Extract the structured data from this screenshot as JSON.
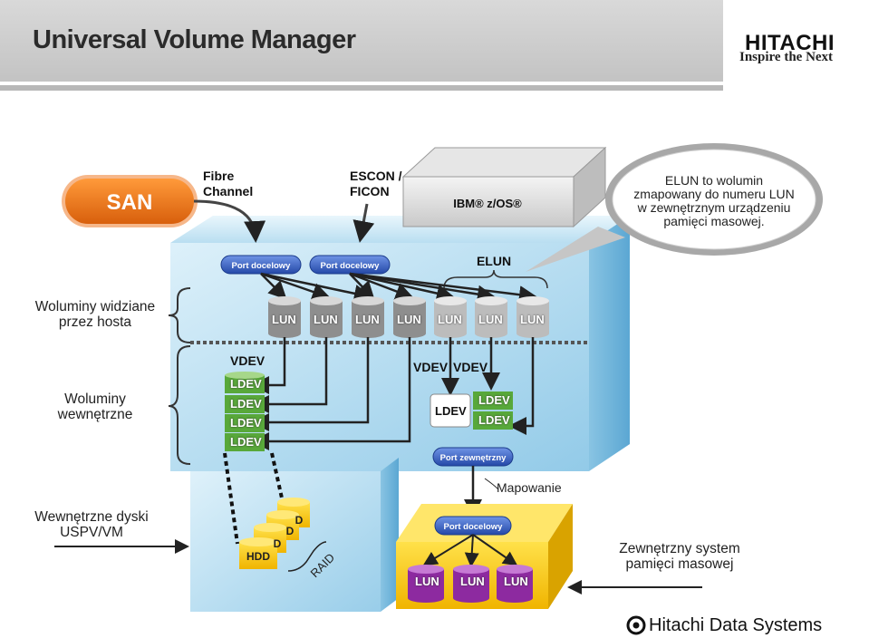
{
  "header": {
    "title": "Universal Volume Manager",
    "logo_name": "HITACHI",
    "logo_tagline": "Inspire the Next"
  },
  "san": {
    "label": "SAN",
    "fibre_channel": [
      "Fibre",
      "Channel"
    ],
    "escon_ficon": [
      "ESCON /",
      "FICON"
    ]
  },
  "host": {
    "label": "IBM® z/OS®"
  },
  "callout": {
    "lines": [
      "ELUN to wolumin",
      "zmapowany do numeru LUN",
      "w zewnętrznym urządzeniu",
      "pamięci masowej."
    ]
  },
  "ports": {
    "target_1": "Port docelowy",
    "target_2": "Port docelowy",
    "external": "Port zewnętrzny",
    "target_external": "Port docelowy"
  },
  "elun": {
    "label": "ELUN"
  },
  "luns": [
    "LUN",
    "LUN",
    "LUN",
    "LUN",
    "LUN",
    "LUN",
    "LUN"
  ],
  "left_labels": {
    "host_volumes": [
      "Woluminy widziane",
      "przez hosta"
    ],
    "internal_volumes": [
      "Woluminy",
      "wewnętrzne"
    ],
    "internal_disks": [
      "Wewnętrzne dyski",
      "USPV/VM"
    ]
  },
  "vdevs": {
    "vdev_1": "VDEV",
    "vdev_2": "VDEV",
    "vdev_3": "VDEV"
  },
  "ldevs": {
    "stack": [
      "LDEV",
      "LDEV",
      "LDEV",
      "LDEV"
    ],
    "single": "LDEV",
    "pair": [
      "LDEV",
      "LDEV"
    ]
  },
  "mapping": {
    "label": "Mapowanie"
  },
  "hdd": {
    "labels": [
      "D",
      "D",
      "D",
      "HDD"
    ],
    "raid": "RAID"
  },
  "external_luns": [
    "LUN",
    "LUN",
    "LUN"
  ],
  "external_system": {
    "lines": [
      "Zewnętrzny system",
      "pamięci masowej"
    ]
  },
  "footer": {
    "brand": "Hitachi Data Systems"
  },
  "colors": {
    "san_orange": "#e8781e",
    "cube_blue": "#a9d7ee",
    "ldev_green": "#57a83a",
    "lun_gray": "#8c8c8c",
    "ext_yellow": "#f2c400",
    "ext_lun_purple": "#8d2aa0",
    "port_blue": "#3a66c9"
  }
}
